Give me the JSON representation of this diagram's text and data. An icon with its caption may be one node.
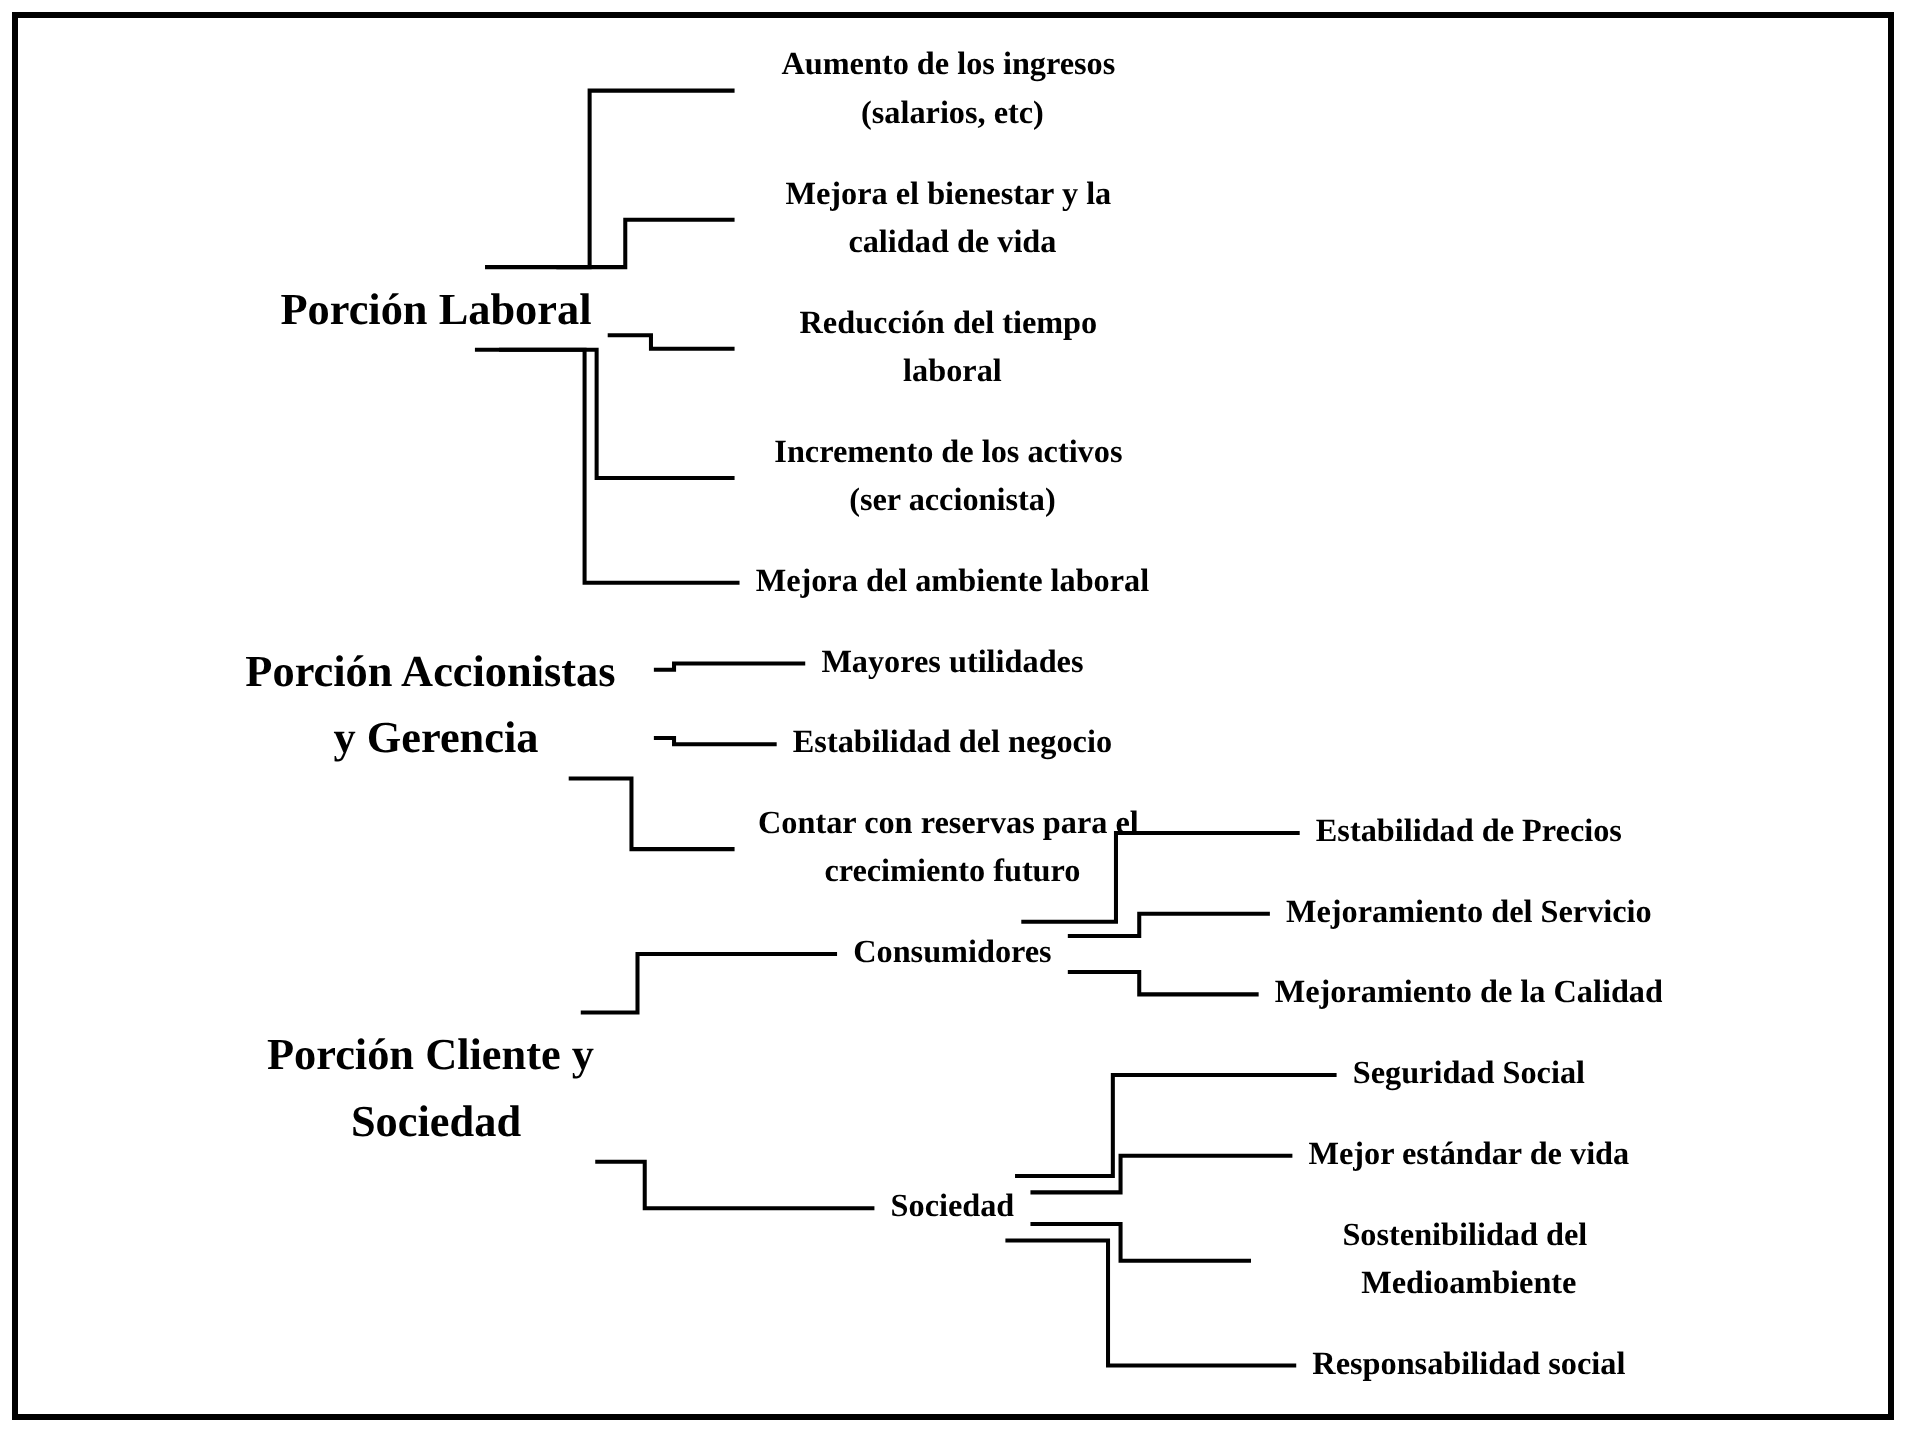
{
  "diagram": {
    "nodes": [
      {
        "text": [
          "Porción Laboral"
        ]
      },
      {
        "text": [
          "Aumento de los ingresos (salarios, etc)"
        ]
      },
      {
        "text": [
          "Mejora el bienestar y la calidad de vida"
        ]
      },
      {
        "text": [
          "Reducción del tiempo laboral"
        ]
      },
      {
        "text": [
          "Incremento de los activos (ser accionista)"
        ]
      },
      {
        "text": [
          "Mejora del ambiente laboral"
        ]
      },
      {
        "text": [
          "Porción Accionistas y Gerencia"
        ]
      },
      {
        "text": [
          "Mayores utilidades"
        ]
      },
      {
        "text": [
          "Estabilidad del negocio"
        ]
      },
      {
        "text": [
          "Contar con reservas para el crecimiento futuro"
        ]
      },
      {
        "text": [
          "Porción Cliente y Sociedad"
        ]
      },
      {
        "text": [
          "Consumidores"
        ]
      },
      {
        "text": [
          "Estabilidad de Precios"
        ]
      },
      {
        "text": [
          "Mejoramiento del Servicio"
        ]
      },
      {
        "text": [
          "Mejoramiento de la Calidad"
        ]
      },
      {
        "text": [
          "Sociedad"
        ]
      },
      {
        "text": [
          "Seguridad Social"
        ]
      },
      {
        "text": [
          "Mejor estándar de vida"
        ]
      },
      {
        "text": [
          "Sostenibilidad del Medioambiente"
        ]
      },
      {
        "text": [
          "Responsabilidad social"
        ]
      }
    ],
    "edges": [
      {
        "from": 0,
        "to": 1,
        "arrow": "none"
      },
      {
        "from": 0,
        "to": 2,
        "arrow": "none"
      },
      {
        "from": 0,
        "to": 3,
        "arrow": "none"
      },
      {
        "from": 0,
        "to": 4,
        "arrow": "none"
      },
      {
        "from": 0,
        "to": 5,
        "arrow": "none"
      },
      {
        "from": 6,
        "to": 7,
        "arrow": "none"
      },
      {
        "from": 6,
        "to": 8,
        "arrow": "none"
      },
      {
        "from": 6,
        "to": 9,
        "arrow": "none"
      },
      {
        "from": 10,
        "to": 11,
        "arrow": "none"
      },
      {
        "from": 10,
        "to": 15,
        "arrow": "none"
      },
      {
        "from": 11,
        "to": 12,
        "arrow": "none"
      },
      {
        "from": 11,
        "to": 13,
        "arrow": "none"
      },
      {
        "from": 11,
        "to": 14,
        "arrow": "none"
      },
      {
        "from": 15,
        "to": 16,
        "arrow": "none"
      },
      {
        "from": 15,
        "to": 17,
        "arrow": "none"
      },
      {
        "from": 15,
        "to": 18,
        "arrow": "none"
      },
      {
        "from": 15,
        "to": 19,
        "arrow": "none"
      }
    ]
  }
}
